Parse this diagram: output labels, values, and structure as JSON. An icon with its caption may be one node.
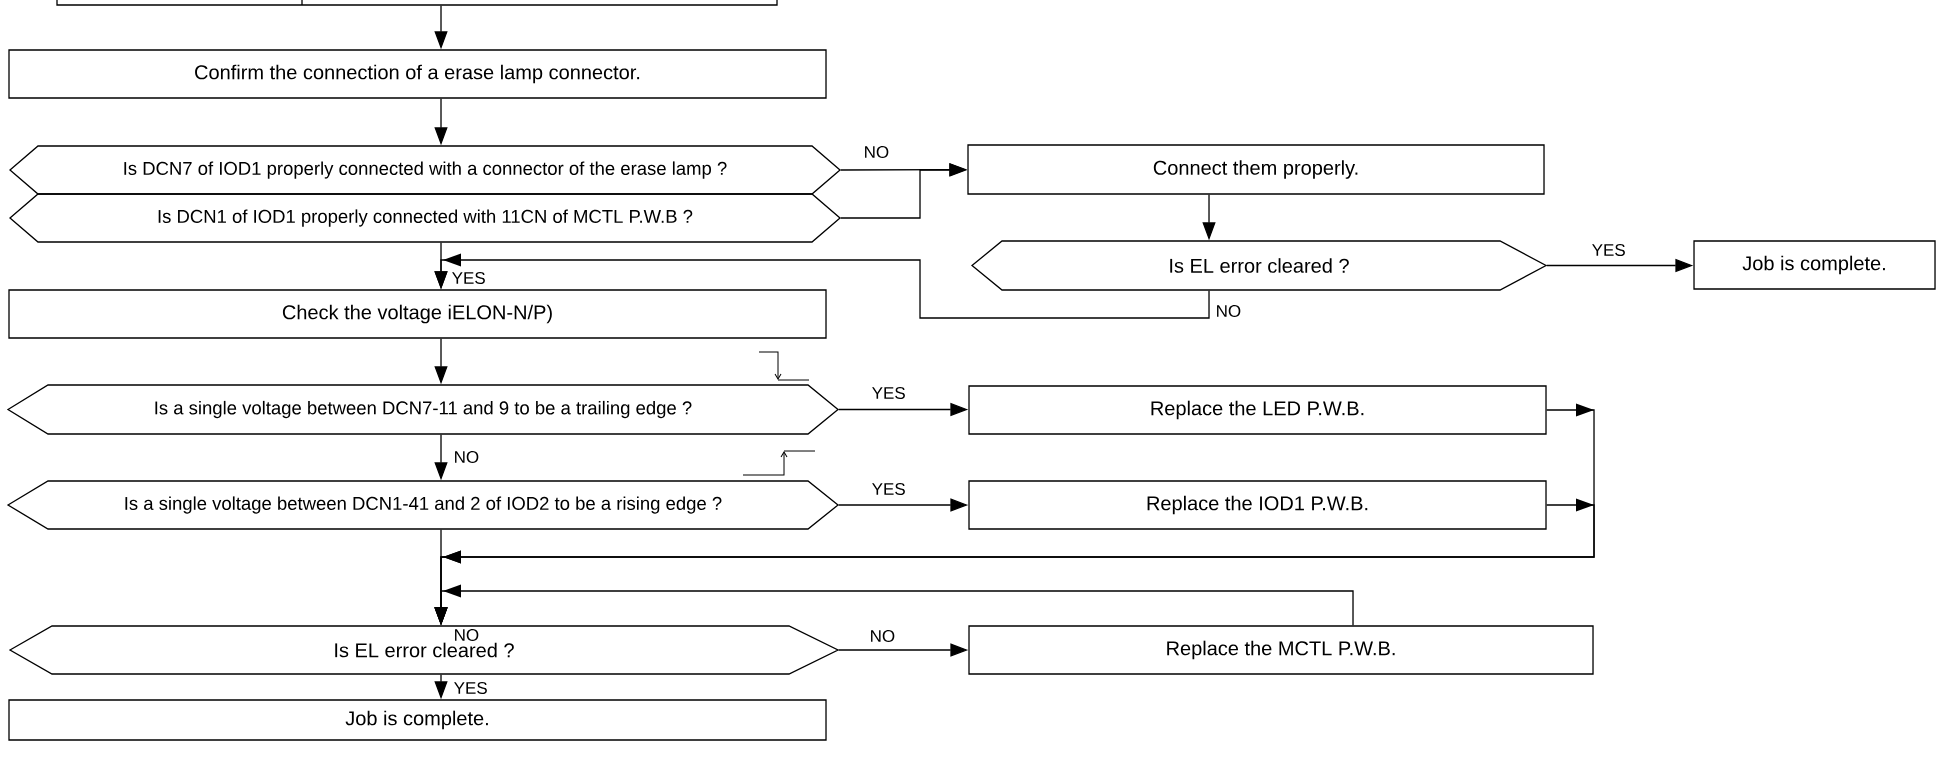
{
  "diagram": {
    "nodes": [
      {
        "text": [],
        "shape": "box"
      },
      {
        "text": [
          "Confirm the connection of a erase lamp connector."
        ]
      },
      {
        "text": [
          "Is DCN7 of IOD1 properly connected with a connector of the erase lamp ?"
        ]
      },
      {
        "text": [
          "Is DCN1 of IOD1 properly connected with 11CN of MCTL P.W.B ?"
        ]
      },
      {
        "text": [
          "Connect them properly."
        ]
      },
      {
        "text": [
          "Is EL error cleared ?"
        ]
      },
      {
        "text": [
          "Job is complete."
        ]
      },
      {
        "text": [
          "Check the voltage iELON-N/P)"
        ]
      },
      {
        "text": [
          "Is a single voltage between DCN7-11 and 9 to be a trailing edge ?"
        ]
      },
      {
        "text": [
          "Is a single voltage between DCN1-41 and 2 of IOD2 to be a rising edge ?"
        ]
      },
      {
        "text": [
          "Replace the LED P.W.B."
        ]
      },
      {
        "text": [
          "Replace the IOD1 P.W.B."
        ]
      },
      {
        "text": [
          "Is EL error cleared ?"
        ]
      },
      {
        "text": [
          "Replace the MCTL P.W.B."
        ]
      },
      {
        "text": [
          "Job is complete."
        ]
      }
    ],
    "edges": [
      {
        "from": 0,
        "to": 1,
        "arrow": "to"
      },
      {
        "from": 1,
        "to": 2,
        "arrow": "to"
      },
      {
        "from": 2,
        "to": 4,
        "arrow": "to",
        "label": "NO"
      },
      {
        "from": 3,
        "to": 4,
        "arrow": "to"
      },
      {
        "from": 3,
        "to": 7,
        "arrow": "to",
        "label": "YES"
      },
      {
        "from": 4,
        "to": 5,
        "arrow": "to"
      },
      {
        "from": 5,
        "to": 6,
        "arrow": "to",
        "label": "YES"
      },
      {
        "from": 5,
        "to": 7,
        "arrow": "to",
        "label": "NO"
      },
      {
        "from": 7,
        "to": 8,
        "arrow": "to"
      },
      {
        "from": 8,
        "to": 10,
        "arrow": "to",
        "label": "YES"
      },
      {
        "from": 8,
        "to": 9,
        "arrow": "to",
        "label": "NO"
      },
      {
        "from": 9,
        "to": 11,
        "arrow": "to",
        "label": "YES"
      },
      {
        "from": 10,
        "to": 12,
        "arrow": "to"
      },
      {
        "from": 11,
        "to": 12,
        "arrow": "to"
      },
      {
        "from": 9,
        "to": 12,
        "arrow": "to",
        "label": "NO"
      },
      {
        "from": 12,
        "to": 13,
        "arrow": "to",
        "label": "NO"
      },
      {
        "from": 13,
        "to": 12,
        "arrow": "to"
      },
      {
        "from": 12,
        "to": 14,
        "arrow": "to",
        "label": "YES"
      }
    ]
  }
}
